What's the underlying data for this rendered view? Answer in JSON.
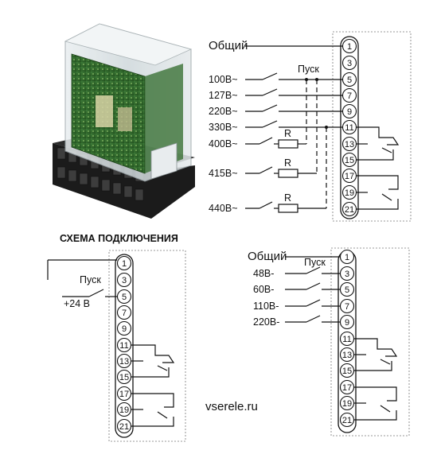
{
  "heading": "СХЕМА ПОДКЛЮЧЕНИЯ",
  "watermark": "vserele.ru",
  "common_label": "Общий",
  "start_label": "Пуск",
  "resistor_label": "R",
  "terminal_numbers": [
    "1",
    "3",
    "5",
    "7",
    "9",
    "11",
    "13",
    "15",
    "17",
    "19",
    "21"
  ],
  "ac_inputs": [
    "100В~",
    "127В~",
    "220В~",
    "330В~",
    "400В~",
    "415В~",
    "440В~"
  ],
  "dc_inputs": [
    "48В-",
    "60В-",
    "110В-",
    "220В-"
  ],
  "low_voltage_input": "+24 В",
  "product_photo": "relay-photo"
}
